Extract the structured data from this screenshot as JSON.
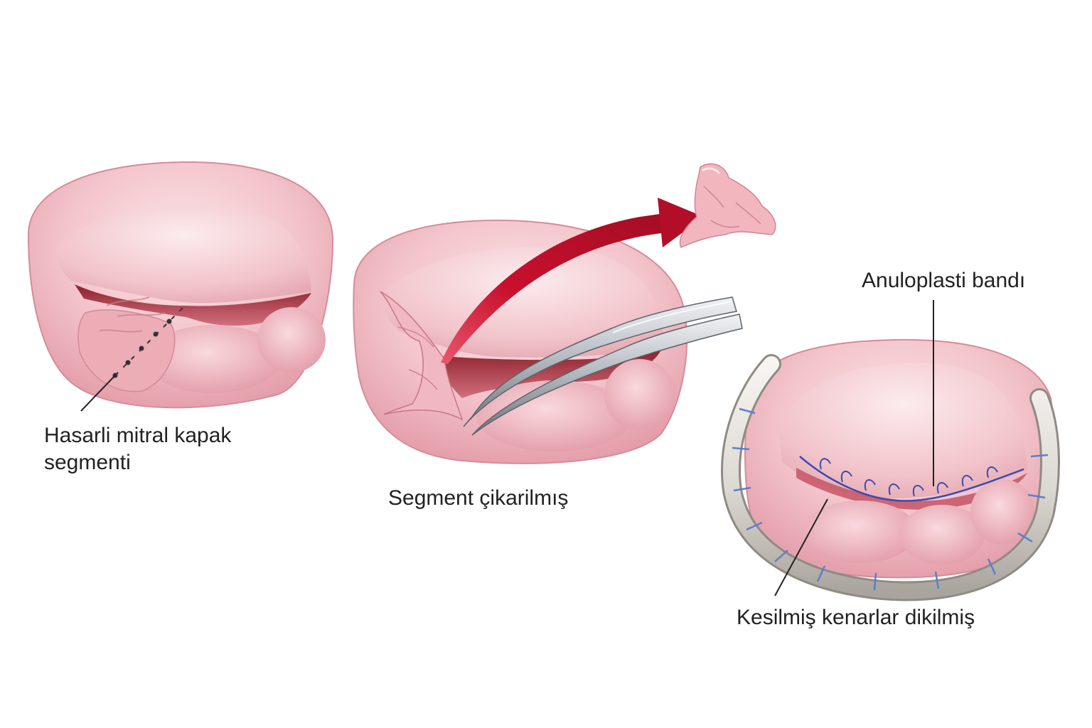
{
  "labels": {
    "damaged_segment": {
      "line1": "Hasarli mitral kapak",
      "line2": "segmenti"
    },
    "segment_removed": "Segment çikarilmış",
    "annuloplasty_band": "Anuloplasti bandı",
    "edges_sutured": "Kesilmiş kenarlar dikilmiş"
  },
  "colors": {
    "tissue_light": "#f7d3d8",
    "tissue_mid": "#eeaab4",
    "tissue_dark": "#d98490",
    "cavity": "#a8323e",
    "arrow_red": "#c8102e",
    "instrument_steel": "#c9ccd1",
    "ring_fabric": "#e4e1dc",
    "suture_blue": "#3a4bb0",
    "leader_line": "#222222"
  },
  "icons": {
    "valve_damaged": "mitral-valve-icon",
    "valve_resected": "mitral-valve-icon",
    "valve_repaired": "mitral-valve-icon",
    "removed_tissue": "tissue-segment-icon",
    "arrow": "curved-arrow-icon",
    "instrument": "forceps-icon",
    "ring": "annuloplasty-ring-icon"
  }
}
